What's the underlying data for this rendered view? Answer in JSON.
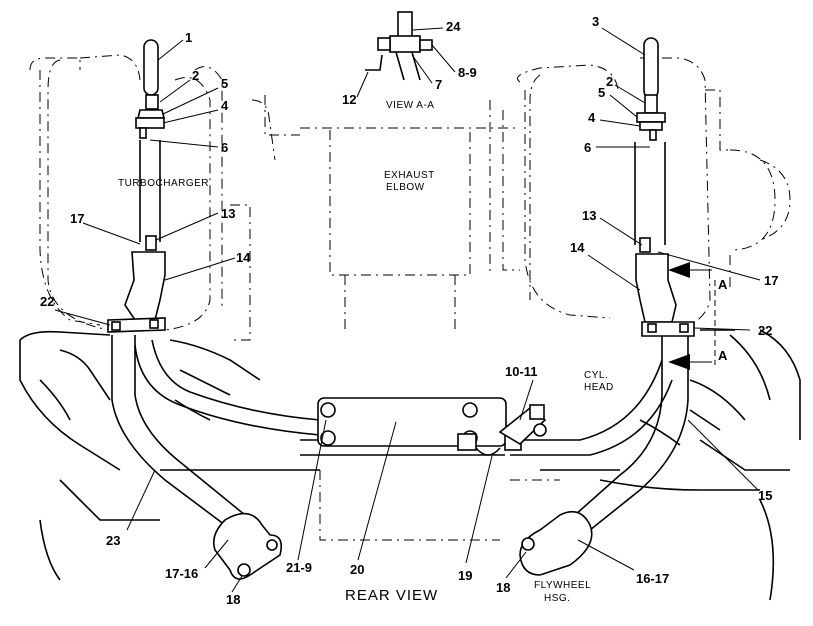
{
  "diagram": {
    "view_title": "REAR VIEW",
    "labels": {
      "turbocharger": "TURBOCHARGER",
      "exhaust_line1": "EXHAUST",
      "exhaust_line2": "ELBOW",
      "cyl_line1": "CYL.",
      "cyl_line2": "HEAD",
      "flywheel_line1": "FLYWHEEL",
      "flywheel_line2": "HSG.",
      "view_aa": "VIEW A-A",
      "section_mark_upper": "A",
      "section_mark_lower": "A"
    },
    "callouts": {
      "c1": "1",
      "c2_left": "2",
      "c5_left": "5",
      "c4_left": "4",
      "c6_left": "6",
      "c24": "24",
      "c8_9": "8-9",
      "c7": "7",
      "c12": "12",
      "c3": "3",
      "c2_right": "2",
      "c5_right": "5",
      "c4_right": "4",
      "c6_right": "6",
      "c17_left": "17",
      "c13_left": "13",
      "c14_left": "14",
      "c22_left": "22",
      "c13_right": "13",
      "c14_right": "14",
      "c17_right": "17",
      "c22_right": "22",
      "c10_11": "10-11",
      "c15": "15",
      "c23": "23",
      "c17_16": "17-16",
      "c18_left": "18",
      "c21_9": "21-9",
      "c20": "20",
      "c19": "19",
      "c18_right": "18",
      "c16_17": "16-17"
    }
  }
}
